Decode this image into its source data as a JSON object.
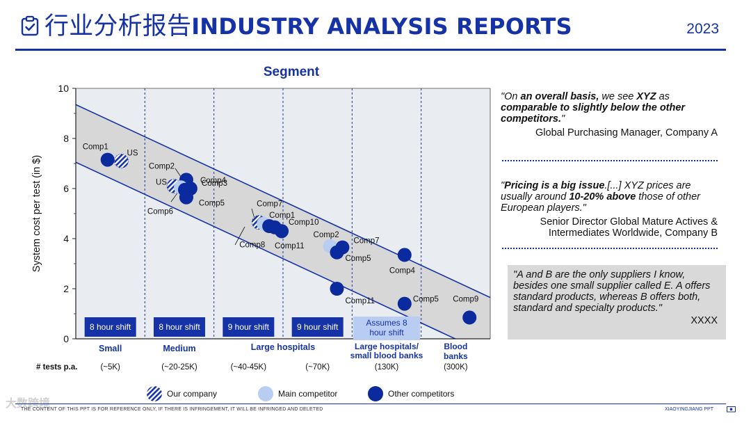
{
  "header": {
    "title_cn": "行业分析报告",
    "title_en": "INDUSTRY ANALYSIS REPORTS",
    "year": "2023",
    "icon": "clipboard-check-icon"
  },
  "colors": {
    "brand": "#1533a6",
    "dark_point": "#0a2a9e",
    "light_point": "#b9cdf3",
    "plot_bg": "#e9ecf1",
    "band_fill": "#d7d7d7",
    "shift_box": "#1533a6",
    "shift_box_light": "#b9cdf3"
  },
  "chart_data": {
    "type": "scatter",
    "title": "Segment",
    "ylabel": "System cost per test (in $)",
    "ylim": [
      0,
      10
    ],
    "yticks": [
      0,
      2,
      4,
      6,
      8,
      10
    ],
    "segments": [
      {
        "name": "Small",
        "tests": "(~5K)",
        "shift": "8 hour shift"
      },
      {
        "name": "Medium",
        "tests": "(~20-25K)",
        "shift": "8 hour shift"
      },
      {
        "name": "Large hospitals",
        "tests": "(~40-45K)",
        "shift": "9 hour shift"
      },
      {
        "name": "",
        "tests": "(~70K)",
        "shift": "9 hour shift"
      },
      {
        "name": "Large hospitals/ small blood banks",
        "tests": "(130K)",
        "shift": "Assumes 8 hour shift",
        "shift_style": "light"
      },
      {
        "name": "Blood banks",
        "tests": "(300K)",
        "shift": ""
      }
    ],
    "row_label": "# tests p.a.",
    "band": {
      "upper": [
        [
          0,
          9.35
        ],
        [
          6,
          1.65
        ]
      ],
      "lower": [
        [
          0,
          7.05
        ],
        [
          6,
          -0.65
        ]
      ]
    },
    "points": [
      {
        "label": "Comp1",
        "type": "other",
        "x": 0.46,
        "y": 7.15
      },
      {
        "label": "US",
        "type": "our",
        "x": 0.66,
        "y": 7.1
      },
      {
        "label": "Comp2",
        "type": "other",
        "x": 1.6,
        "y": 6.35
      },
      {
        "label": "US",
        "type": "our",
        "x": 1.42,
        "y": 6.1
      },
      {
        "label": "",
        "type": "main",
        "x": 1.52,
        "y": 6.05
      },
      {
        "label": "Comp3",
        "type": "other",
        "x": 1.66,
        "y": 6.0
      },
      {
        "label": "Comp4",
        "type": "other",
        "x": 1.58,
        "y": 5.95
      },
      {
        "label": "Comp5",
        "type": "other",
        "x": 1.6,
        "y": 5.65
      },
      {
        "label": "Comp6",
        "type": "other",
        "x": 1.6,
        "y": 5.65
      },
      {
        "label": "Comp8",
        "type": "our",
        "x": 2.65,
        "y": 4.65
      },
      {
        "label": "Comp7",
        "type": "main",
        "x": 2.72,
        "y": 4.6
      },
      {
        "label": "Comp1",
        "type": "other",
        "x": 2.8,
        "y": 4.5
      },
      {
        "label": "",
        "type": "other",
        "x": 2.88,
        "y": 4.45
      },
      {
        "label": "Comp10",
        "type": "other",
        "x": 2.98,
        "y": 4.3
      },
      {
        "label": "Comp11",
        "type": "other",
        "x": 2.98,
        "y": 4.3
      },
      {
        "label": "Comp2",
        "type": "main",
        "x": 3.68,
        "y": 3.7
      },
      {
        "label": "Comp7",
        "type": "other",
        "x": 3.86,
        "y": 3.65
      },
      {
        "label": "Comp5",
        "type": "other",
        "x": 3.78,
        "y": 3.45
      },
      {
        "label": "Comp11",
        "type": "other",
        "x": 3.78,
        "y": 2.0
      },
      {
        "label": "Comp4",
        "type": "other",
        "x": 4.76,
        "y": 3.35
      },
      {
        "label": "Comp5",
        "type": "other",
        "x": 4.76,
        "y": 1.4
      },
      {
        "label": "Comp9",
        "type": "other",
        "x": 5.7,
        "y": 0.85
      }
    ]
  },
  "quotes": [
    {
      "text_html": "\"On <b>an overall basis,</b> we see <b>XYZ</b> as <b>comparable to slightly below the other competitors.</b>\"",
      "author": "Global Purchasing Manager, Company A"
    },
    {
      "text_html": "\"<b>Pricing is a big issue</b>.[...] XYZ prices are usually around <b>10-20% above</b> those of other European players.\"",
      "author": "Senior Director Global Mature Actives & Intermediates Worldwide, Company B"
    },
    {
      "text_html": "\"A and B are the only suppliers I know, besides one small supplier called E. A offers standard products, whereas B offers both, standard and specialty products.\"",
      "author": "XXXX"
    }
  ],
  "legend": [
    {
      "label": "Our company",
      "type": "our"
    },
    {
      "label": "Main competitor",
      "type": "main"
    },
    {
      "label": "Other competitors",
      "type": "other"
    }
  ],
  "footer": {
    "left": "THE CONTENT OF THIS PPT IS FOR REFERENCE ONLY, IF THERE IS INFRINGEMENT, IT WILL BE INFRINGED AND DELETED",
    "right": "XIAOYINGJIANG PPT",
    "icon": "screen-icon"
  },
  "watermark": "大数跨境"
}
